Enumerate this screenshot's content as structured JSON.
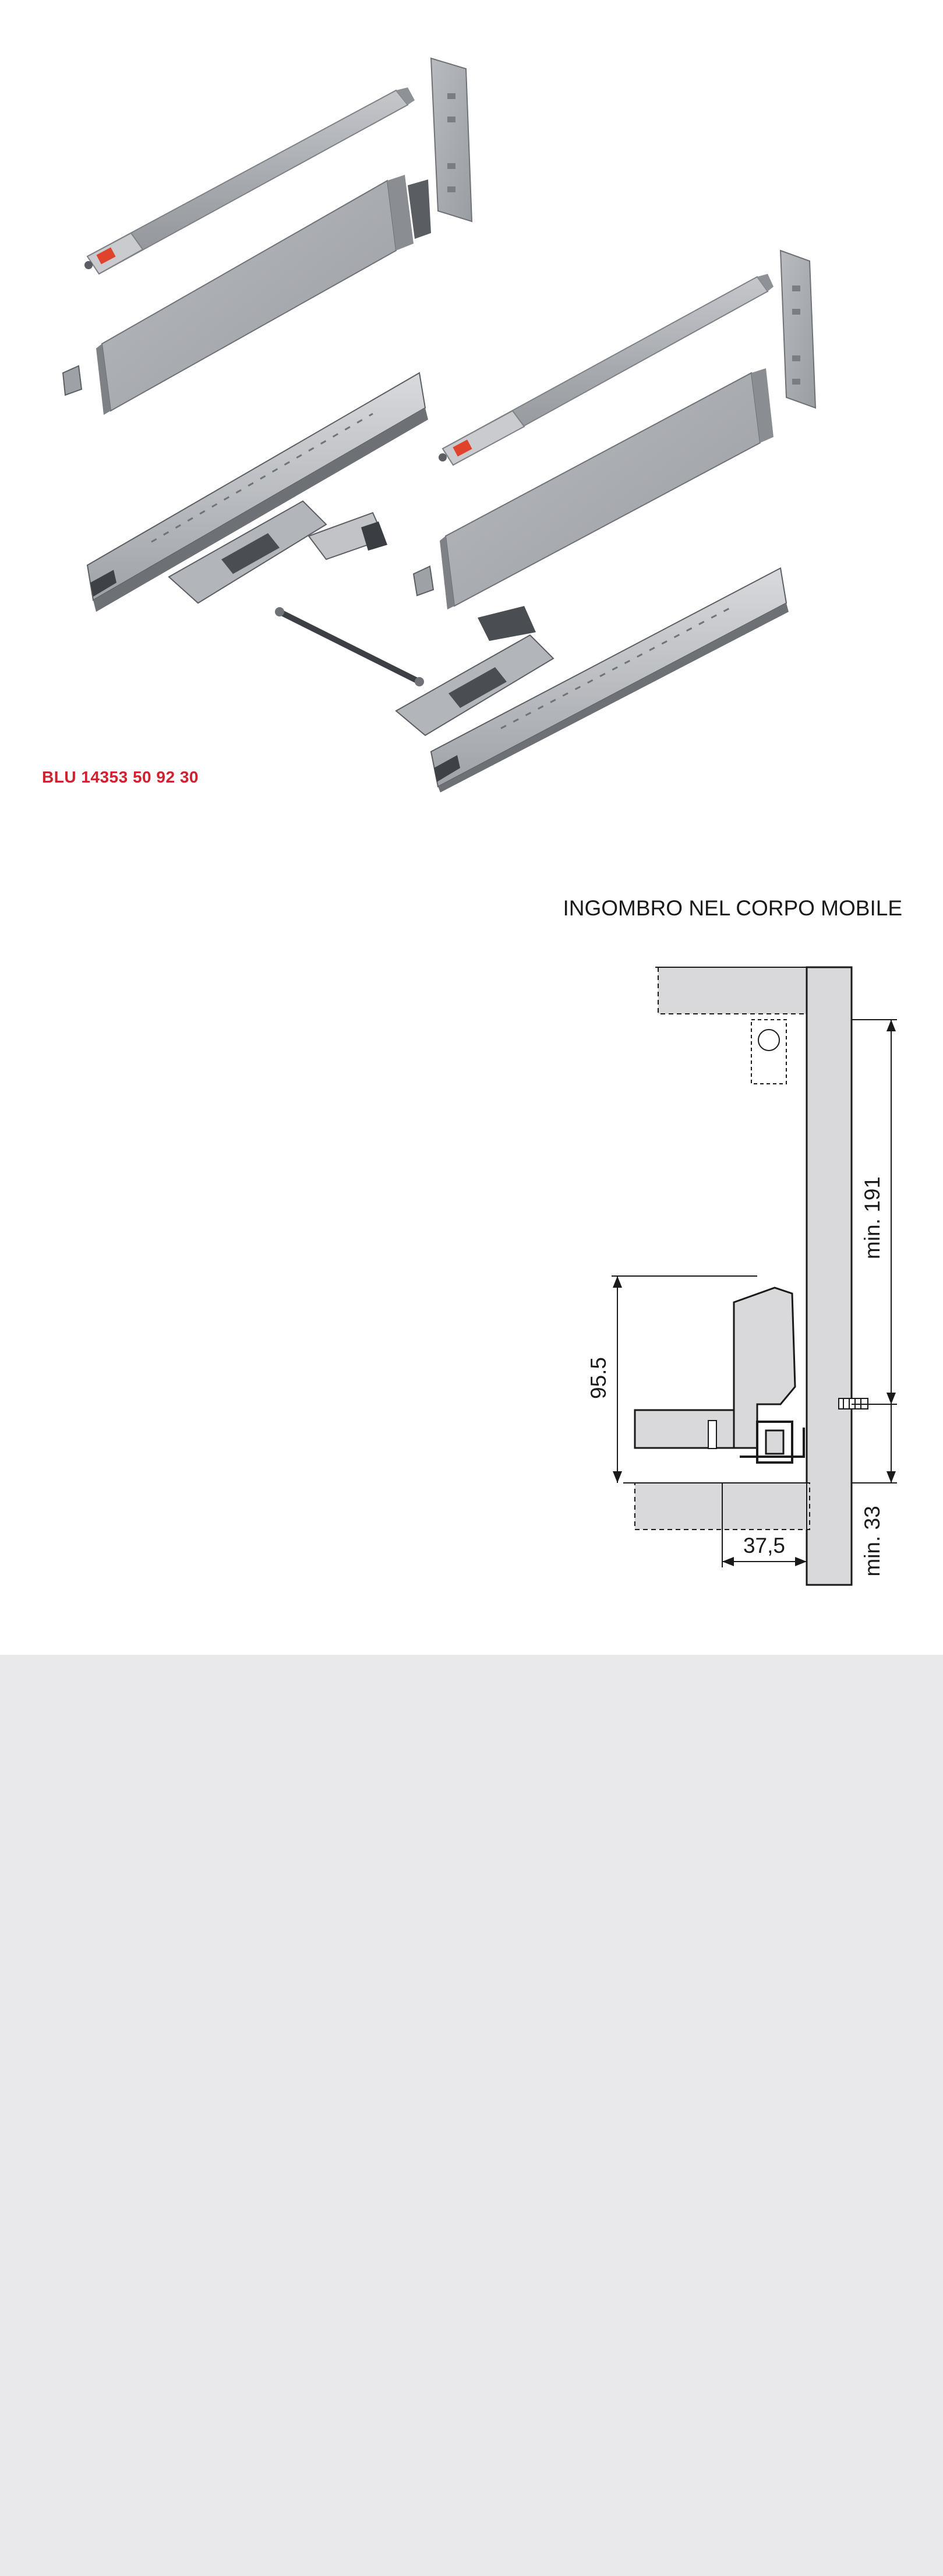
{
  "product": {
    "code": "BLU 14353 50 92 30"
  },
  "drawing": {
    "title": "INGOMBRO NEL CORPO MOBILE",
    "dimensions": {
      "top_clearance": "min. 191",
      "bottom_clearance": "min. 33",
      "height": "95.5",
      "depth": "37,5"
    }
  },
  "colors": {
    "code_red": "#d1202e",
    "steel_gray": "#a9acb1",
    "panel_gray": "#d9d9db",
    "accent_orange": "#e0432b",
    "bottom_panel": "#e9e9eb"
  }
}
